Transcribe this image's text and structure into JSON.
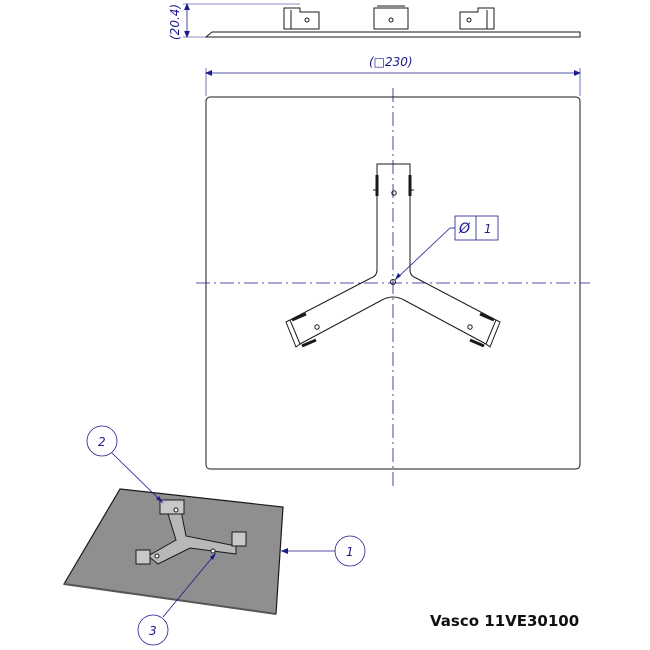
{
  "dimensions": {
    "side_height": "(20.4)",
    "plate_width": "(□230)"
  },
  "tolerance_frame": {
    "symbol": "Ø",
    "datum": "1"
  },
  "balloons": {
    "plate": "1",
    "bracket_end": "2",
    "y_frame": "3"
  },
  "caption": "Vasco 11VE30100",
  "colors": {
    "line": "#1a1a1a",
    "dimension": "#1a1a8c",
    "plate_fill": "#8f8f8f"
  }
}
